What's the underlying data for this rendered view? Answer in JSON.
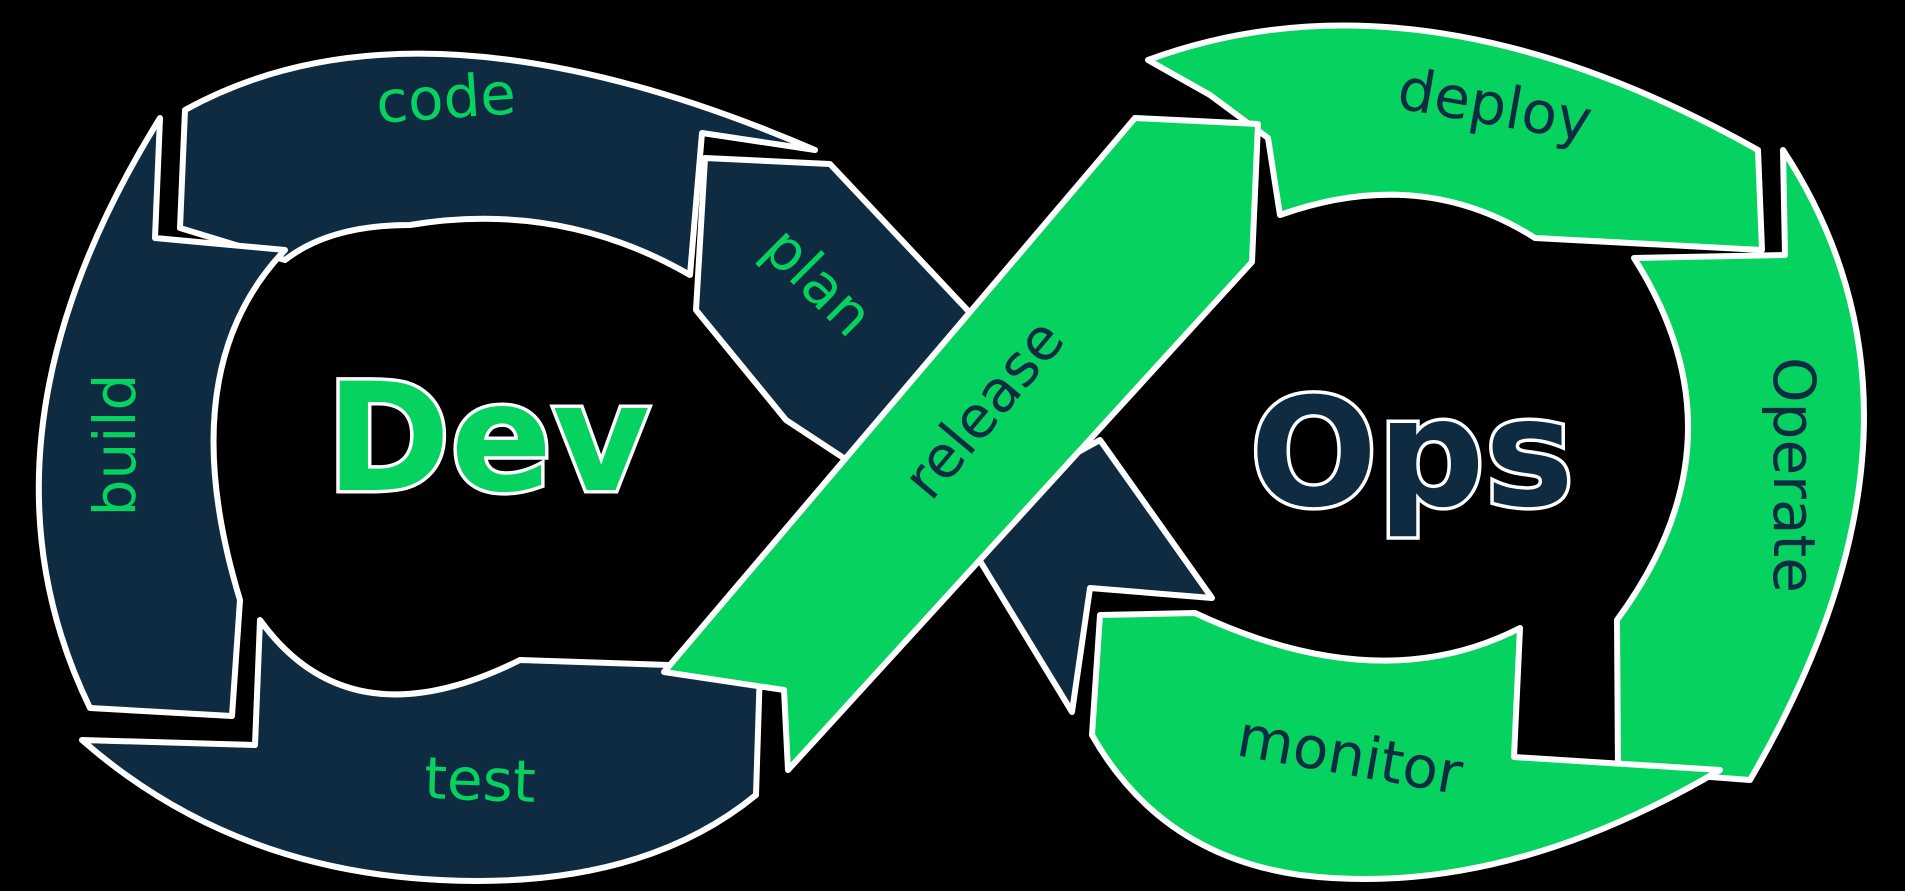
{
  "diagram": {
    "title_left": "Dev",
    "title_right": "Ops",
    "colors": {
      "navy": "#0f2b42",
      "green": "#06d25f",
      "outline": "#ffffff",
      "background": "#000000"
    },
    "dev_stages": [
      {
        "label": "plan"
      },
      {
        "label": "code"
      },
      {
        "label": "build"
      },
      {
        "label": "test"
      }
    ],
    "transition": {
      "label": "release"
    },
    "ops_stages": [
      {
        "label": "deploy"
      },
      {
        "label": "Operate"
      },
      {
        "label": "monitor"
      }
    ]
  }
}
